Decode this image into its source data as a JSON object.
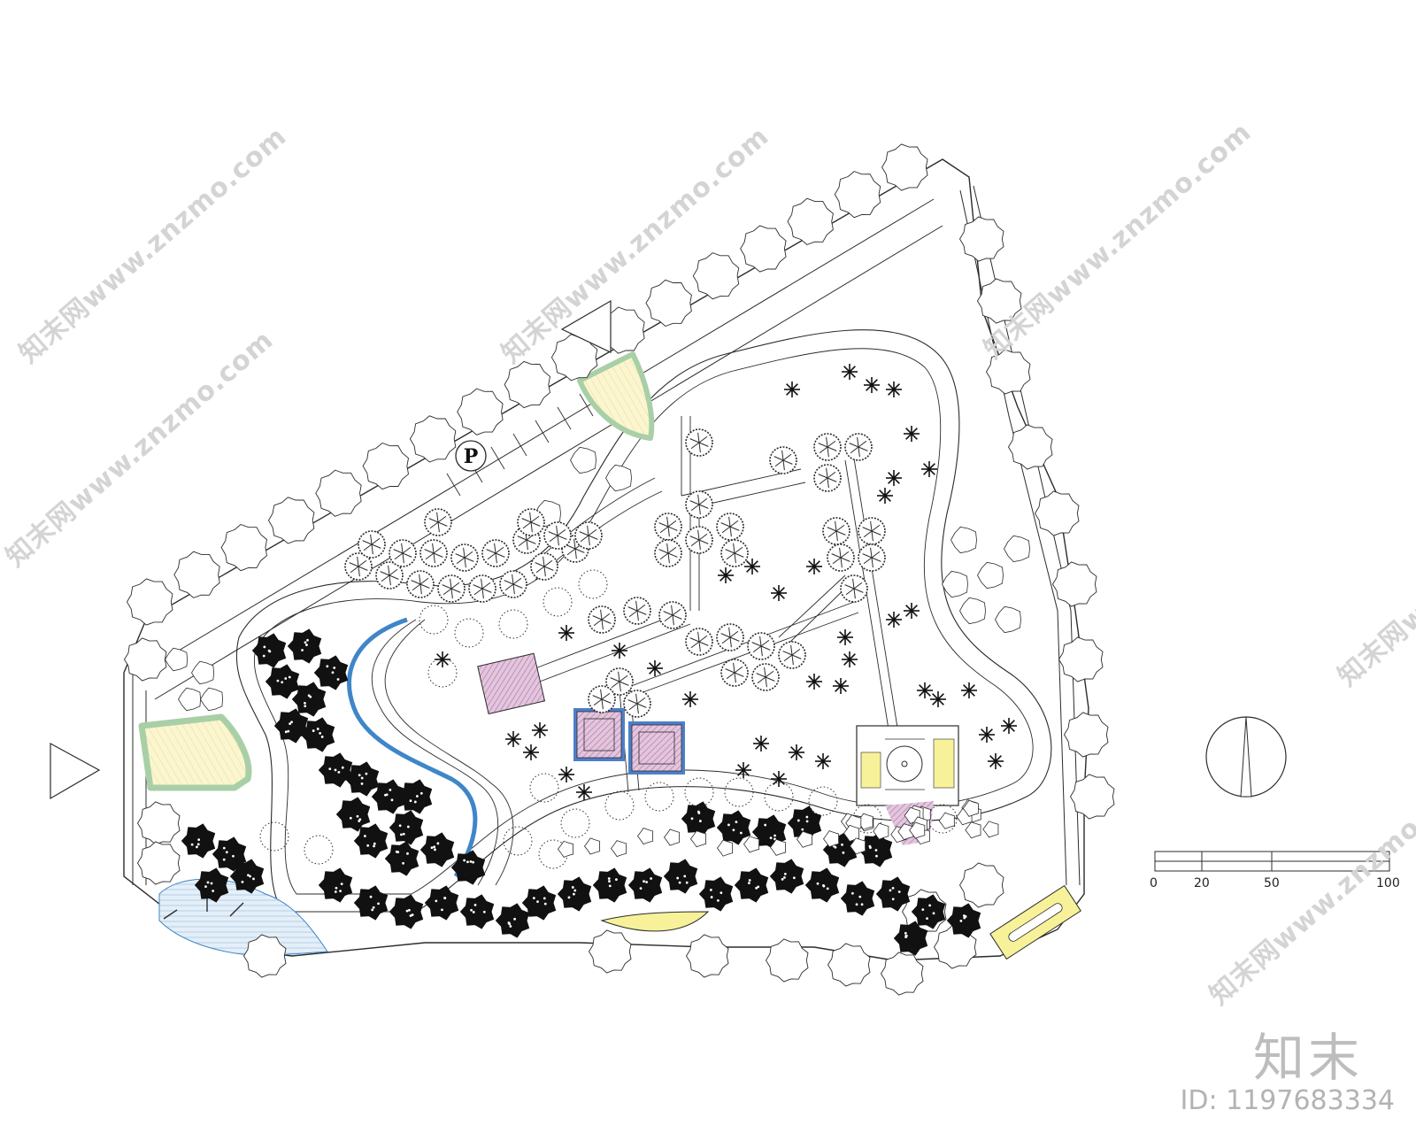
{
  "parking_label": "P",
  "scale_bar": {
    "labels": [
      "0",
      "20",
      "50",
      "100"
    ],
    "values": [
      0,
      20,
      50,
      100
    ]
  },
  "watermark_text": "知末网www.znzmo.com",
  "brand": "知末",
  "image_id": "ID: 1197683334",
  "colors": {
    "line": "#2b2b2b",
    "grass_fill": "#fbf6d0",
    "grass_border": "#a9cfa7",
    "plaza_purple": "#c99ac0",
    "pavilion_blue": "#4d7fc7",
    "pavilion_purple": "#b07aa7",
    "stream_blue": "#3f86c9",
    "pond_blue": "#c8def0",
    "yellow_feature": "#f7f199",
    "dark_tree": "#111111"
  },
  "icons": [
    "entrance-arrow-icon",
    "north-arrow-icon",
    "parking-icon",
    "tree-symbol-icon"
  ]
}
